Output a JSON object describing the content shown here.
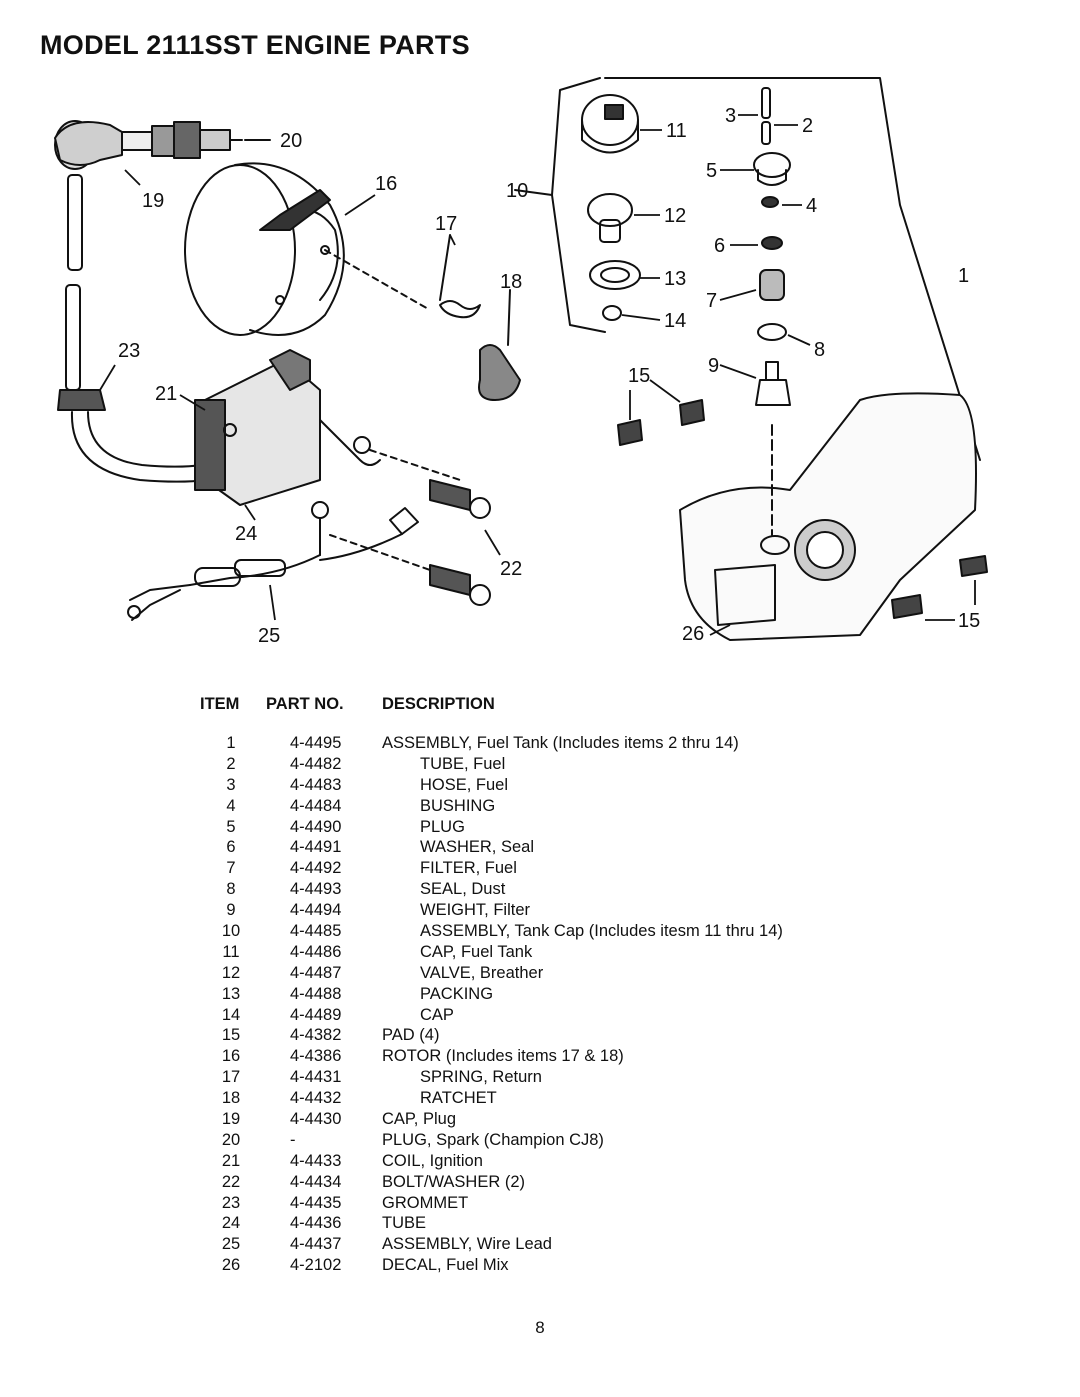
{
  "title": "MODEL 2111SST ENGINE PARTS",
  "callouts": [
    "20",
    "19",
    "16",
    "17",
    "18",
    "23",
    "21",
    "24",
    "25",
    "22",
    "11",
    "10",
    "12",
    "13",
    "14",
    "3",
    "2",
    "5",
    "4",
    "6",
    "1",
    "7",
    "8",
    "9",
    "15",
    "15",
    "26"
  ],
  "table": {
    "headers": {
      "item": "ITEM",
      "part": "PART NO.",
      "desc": "DESCRIPTION"
    },
    "rows": [
      {
        "item": "1",
        "part": "4-4495",
        "desc": "ASSEMBLY, Fuel Tank (Includes items 2 thru 14)",
        "indent": false
      },
      {
        "item": "2",
        "part": "4-4482",
        "desc": "TUBE, Fuel",
        "indent": true
      },
      {
        "item": "3",
        "part": "4-4483",
        "desc": "HOSE, Fuel",
        "indent": true
      },
      {
        "item": "4",
        "part": "4-4484",
        "desc": "BUSHING",
        "indent": true
      },
      {
        "item": "5",
        "part": "4-4490",
        "desc": "PLUG",
        "indent": true
      },
      {
        "item": "6",
        "part": "4-4491",
        "desc": "WASHER, Seal",
        "indent": true
      },
      {
        "item": "7",
        "part": "4-4492",
        "desc": "FILTER, Fuel",
        "indent": true
      },
      {
        "item": "8",
        "part": "4-4493",
        "desc": "SEAL, Dust",
        "indent": true
      },
      {
        "item": "9",
        "part": "4-4494",
        "desc": "WEIGHT, Filter",
        "indent": true
      },
      {
        "item": "10",
        "part": "4-4485",
        "desc": "ASSEMBLY, Tank Cap (Includes itesm 11 thru 14)",
        "indent": true
      },
      {
        "item": "11",
        "part": "4-4486",
        "desc": "CAP, Fuel Tank",
        "indent": true
      },
      {
        "item": "12",
        "part": "4-4487",
        "desc": "VALVE, Breather",
        "indent": true
      },
      {
        "item": "13",
        "part": "4-4488",
        "desc": "PACKING",
        "indent": true
      },
      {
        "item": "14",
        "part": "4-4489",
        "desc": "CAP",
        "indent": true
      },
      {
        "item": "15",
        "part": "4-4382",
        "desc": "PAD (4)",
        "indent": false
      },
      {
        "item": "16",
        "part": "4-4386",
        "desc": "ROTOR (Includes items 17 & 18)",
        "indent": false
      },
      {
        "item": "17",
        "part": "4-4431",
        "desc": "SPRING, Return",
        "indent": true
      },
      {
        "item": "18",
        "part": "4-4432",
        "desc": "RATCHET",
        "indent": true
      },
      {
        "item": "19",
        "part": "4-4430",
        "desc": "CAP, Plug",
        "indent": false
      },
      {
        "item": "20",
        "part": "-",
        "desc": "PLUG, Spark (Champion CJ8)",
        "indent": false
      },
      {
        "item": "21",
        "part": "4-4433",
        "desc": "COIL, Ignition",
        "indent": false
      },
      {
        "item": "22",
        "part": "4-4434",
        "desc": "BOLT/WASHER (2)",
        "indent": false
      },
      {
        "item": "23",
        "part": "4-4435",
        "desc": "GROMMET",
        "indent": false
      },
      {
        "item": "24",
        "part": "4-4436",
        "desc": "TUBE",
        "indent": false
      },
      {
        "item": "25",
        "part": "4-4437",
        "desc": "ASSEMBLY, Wire Lead",
        "indent": false
      },
      {
        "item": "26",
        "part": "4-2102",
        "desc": "DECAL, Fuel Mix",
        "indent": false
      }
    ]
  },
  "page_number": "8"
}
